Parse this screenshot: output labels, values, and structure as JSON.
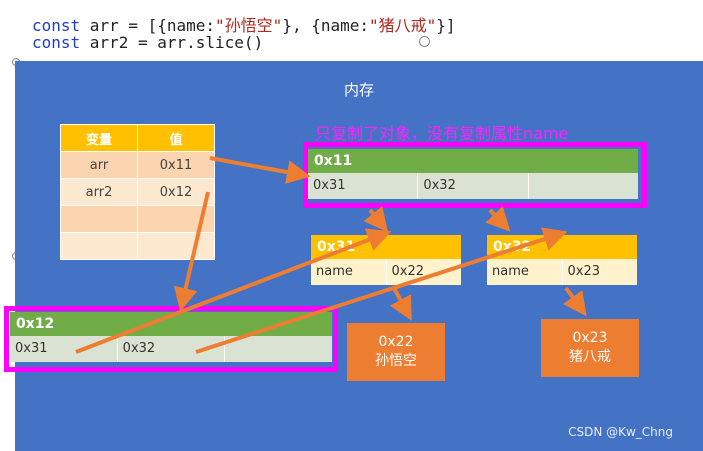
{
  "code": {
    "line1": {
      "kw": "const",
      "rest1": " arr = [{name:",
      "s1": "\"孙悟空\"",
      "rest2": "}, {name:",
      "s2": "\"猪八戒\"",
      "rest3": "}]"
    },
    "line2": {
      "kw": "const",
      "rest": " arr2 = arr.slice()"
    }
  },
  "memory_title": "内存",
  "annotation": "只复制了对象，没有复制属性name",
  "var_table": {
    "headers": [
      "变量",
      "值"
    ],
    "rows": [
      [
        "arr",
        "0x11"
      ],
      [
        "arr2",
        "0x12"
      ]
    ]
  },
  "array_0x11": {
    "addr": "0x11",
    "cells": [
      "0x31",
      "0x32",
      ""
    ]
  },
  "array_0x12": {
    "addr": "0x12",
    "cells": [
      "0x31",
      "0x32",
      ""
    ]
  },
  "obj_0x31": {
    "addr": "0x31",
    "key": "name",
    "val": "0x22"
  },
  "obj_0x32": {
    "addr": "0x32",
    "key": "name",
    "val": "0x23"
  },
  "str_0x22": {
    "addr": "0x22",
    "text": "孙悟空"
  },
  "str_0x23": {
    "addr": "0x23",
    "text": "猪八戒"
  },
  "watermark": "CSDN @Kw_Chng",
  "colors": {
    "slide": "#4472c4",
    "arrow": "#ed7d31",
    "highlight": "#ff00ff",
    "green": "#70ad47",
    "yellow": "#ffc000"
  }
}
